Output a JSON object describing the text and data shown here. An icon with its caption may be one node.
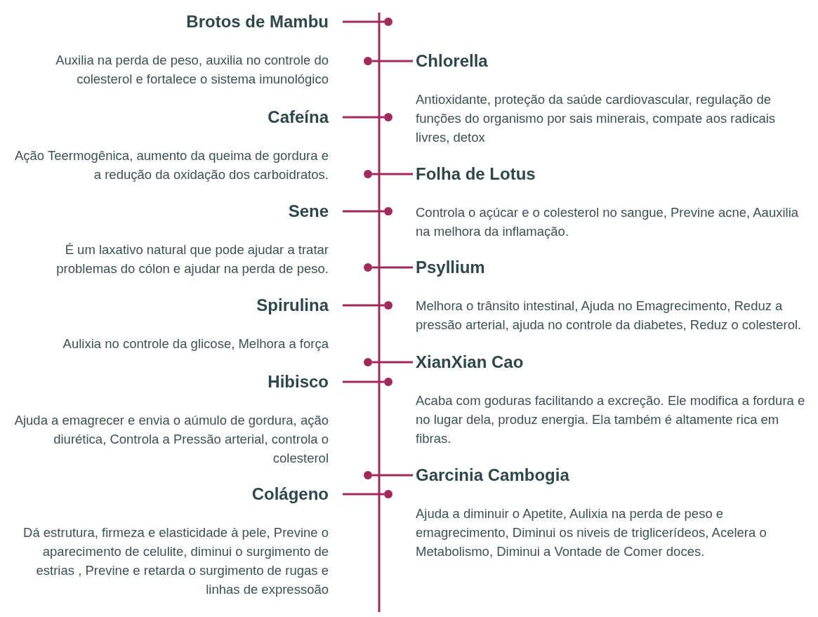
{
  "diagram": {
    "nodes": [
      {
        "text": [
          "Brotos de Mambu",
          "Auxilia na perda de peso, auxilia no controle do colesterol e fortalece o sistema imunológico"
        ]
      },
      {
        "text": [
          "Chlorella",
          "Antioxidante, proteção da saúde cardiovascular, regulação de funções do organismo por sais minerais, compate aos radicais livres, detox"
        ]
      },
      {
        "text": [
          "Cafeína",
          "Ação Teermogênica, aumento da queima de gordura e a redução da oxidação dos carboidratos."
        ]
      },
      {
        "text": [
          "Folha de Lotus",
          "Controla o açúcar e o colesterol no sangue, Previne acne, Aauxilia na melhora da inflamação."
        ]
      },
      {
        "text": [
          "Sene",
          "É um laxativo natural que pode ajudar a tratar problemas do cólon e ajudar na perda de peso."
        ]
      },
      {
        "text": [
          "Psyllium",
          "Melhora o trânsito intestinal, Ajuda no Emagrecimento, Reduz a pressão arterial, ajuda no controle da diabetes, Reduz o colesterol."
        ]
      },
      {
        "text": [
          "Spirulina",
          "Aulixia no controle da glicose, Melhora a força"
        ]
      },
      {
        "text": [
          "XianXian Cao",
          "Acaba com goduras facilitando a excreção. Ele modifica a fordura e no lugar dela, produz energia. Ela também é altamente rica em fibras."
        ]
      },
      {
        "text": [
          "Hibisco",
          "Ajuda a emagrecer e envia o aúmulo de gordura, ação diurética, Controla a Pressão arterial, controla o colesterol"
        ]
      },
      {
        "text": [
          "Garcinia Cambogia",
          "Ajuda a diminuir o Apetite, Aulixia na perda de peso e emagrecimento, Diminui os niveis de triglicerídeos, Acelera o Metabolismo, Diminui a Vontade de Comer doces."
        ]
      },
      {
        "text": [
          "Colágeno",
          "Dá estrutura, firmeza e elasticidade à pele, Previne o aparecimento de celulite, diminui o surgimento de estrias , Previne e retarda o surgimento de rugas e linhas de expressoão"
        ]
      },
      {
        "text": [],
        "shape": "circle"
      },
      {
        "text": [],
        "shape": "circle"
      },
      {
        "text": [],
        "shape": "circle"
      },
      {
        "text": [],
        "shape": "circle"
      },
      {
        "text": [],
        "shape": "circle"
      },
      {
        "text": [],
        "shape": "circle"
      },
      {
        "text": [],
        "shape": "circle"
      },
      {
        "text": [],
        "shape": "circle"
      },
      {
        "text": [],
        "shape": "circle"
      },
      {
        "text": [],
        "shape": "circle"
      },
      {
        "text": [],
        "shape": "circle"
      }
    ],
    "edges": [
      {
        "from": 0,
        "to": 11,
        "arrow": "none"
      },
      {
        "from": 1,
        "to": 12,
        "arrow": "none"
      },
      {
        "from": 2,
        "to": 13,
        "arrow": "none"
      },
      {
        "from": 3,
        "to": 14,
        "arrow": "none"
      },
      {
        "from": 4,
        "to": 15,
        "arrow": "none"
      },
      {
        "from": 5,
        "to": 16,
        "arrow": "none"
      },
      {
        "from": 6,
        "to": 17,
        "arrow": "none"
      },
      {
        "from": 7,
        "to": 18,
        "arrow": "none"
      },
      {
        "from": 8,
        "to": 19,
        "arrow": "none"
      },
      {
        "from": 9,
        "to": 20,
        "arrow": "none"
      },
      {
        "from": 10,
        "to": 21,
        "arrow": "none"
      }
    ]
  }
}
